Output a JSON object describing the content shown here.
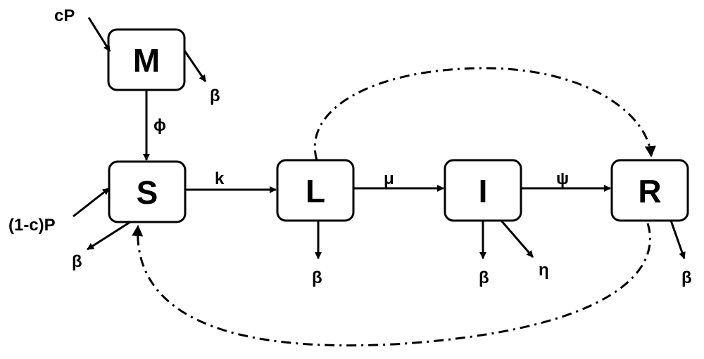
{
  "nodes": {
    "M": "M",
    "S": "S",
    "L": "L",
    "I": "I",
    "R": "R"
  },
  "labels": {
    "cp": "cP",
    "one_minus_c_p": "(1-c)P",
    "phi": "ϕ",
    "k": "k",
    "mu": "μ",
    "psi": "ψ",
    "eta": "η",
    "beta": "β"
  }
}
